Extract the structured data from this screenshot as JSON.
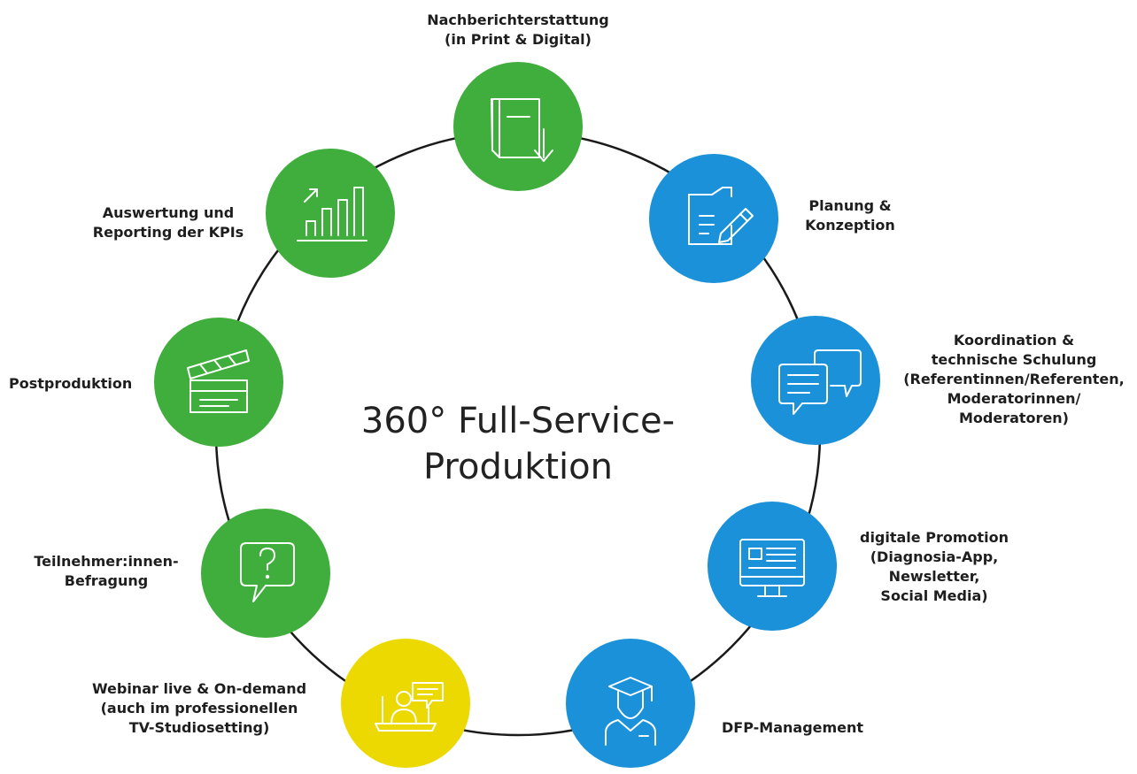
{
  "colors": {
    "green": "#3fae3c",
    "blue": "#1a91d8",
    "yellow": "#ecd901",
    "ring": "#1a1a1a",
    "icon_stroke": "#ffffff"
  },
  "center": {
    "line1": "360° Full-Service-",
    "line2": "Produktion"
  },
  "nodes": [
    {
      "id": "nachberichterstattung",
      "color": "green",
      "icon": "book-download-icon",
      "label": [
        "Nachberichterstattung",
        "(in Print & Digital)"
      ]
    },
    {
      "id": "planung",
      "color": "blue",
      "icon": "document-edit-icon",
      "label": [
        "Planung &",
        "Konzeption"
      ]
    },
    {
      "id": "koordination",
      "color": "blue",
      "icon": "chat-bubbles-icon",
      "label": [
        "Koordination &",
        "technische Schulung",
        "(Referentinnen/Referenten,",
        "Moderatorinnen/",
        "Moderatoren)"
      ]
    },
    {
      "id": "promotion",
      "color": "blue",
      "icon": "monitor-newsletter-icon",
      "label": [
        "digitale Promotion",
        "(Diagnosia-App,",
        "Newsletter,",
        "Social Media)"
      ]
    },
    {
      "id": "dfp",
      "color": "blue",
      "icon": "graduate-icon",
      "label": [
        "DFP-Management"
      ]
    },
    {
      "id": "webinar",
      "color": "yellow",
      "icon": "laptop-presenter-icon",
      "label": [
        "Webinar live & On-demand",
        "(auch im professionellen",
        "TV-Studiosetting)"
      ]
    },
    {
      "id": "befragung",
      "color": "green",
      "icon": "question-bubble-icon",
      "label": [
        "Teilnehmer:innen-",
        "Befragung"
      ]
    },
    {
      "id": "postproduktion",
      "color": "green",
      "icon": "clapperboard-icon",
      "label": [
        "Postproduktion"
      ]
    },
    {
      "id": "auswertung",
      "color": "green",
      "icon": "bar-chart-icon",
      "label": [
        "Auswertung und",
        "Reporting der KPIs"
      ]
    }
  ]
}
